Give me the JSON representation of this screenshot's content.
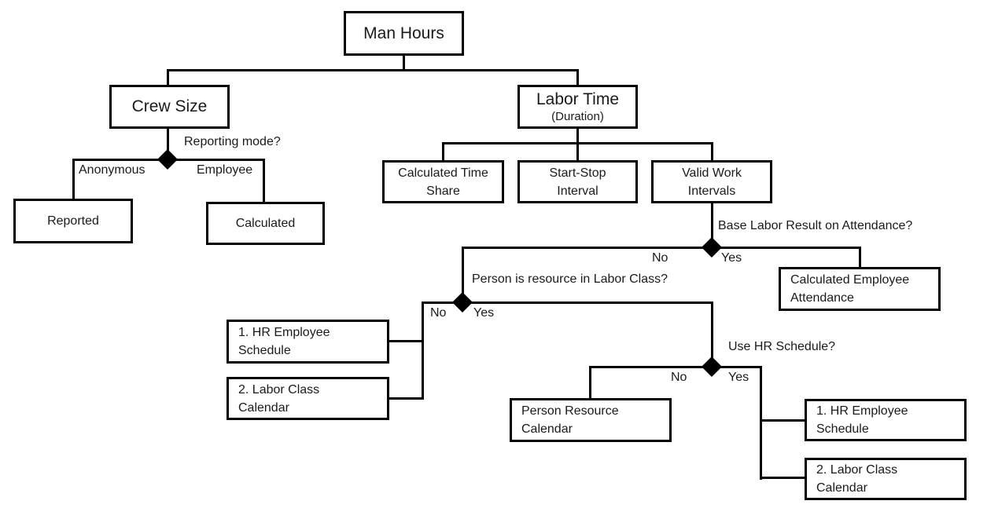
{
  "nodes": {
    "man_hours": {
      "label": "Man Hours"
    },
    "crew_size": {
      "label": "Crew Size"
    },
    "labor_time": {
      "label": "Labor Time",
      "sublabel": "(Duration)"
    },
    "calc_time_share": {
      "line1": "Calculated Time",
      "line2": "Share"
    },
    "start_stop": {
      "line1": "Start-Stop",
      "line2": "Interval"
    },
    "valid_work": {
      "line1": "Valid Work",
      "line2": "Intervals"
    },
    "reported": {
      "label": "Reported"
    },
    "calculated": {
      "label": "Calculated"
    },
    "calc_emp_attendance": {
      "line1": "Calculated Employee",
      "line2": "Attendance"
    },
    "hr_schedule_left": {
      "line1": "1. HR Employee",
      "line2": "Schedule"
    },
    "labor_class_left": {
      "line1": "2. Labor Class",
      "line2": "Calendar"
    },
    "person_resource": {
      "line1": "Person Resource",
      "line2": "Calendar"
    },
    "hr_schedule_right": {
      "line1": "1. HR Employee",
      "line2": "Schedule"
    },
    "labor_class_right": {
      "line1": "2. Labor Class",
      "line2": "Calendar"
    }
  },
  "decisions": {
    "reporting_mode": {
      "question": "Reporting mode?",
      "left_label": "Anonymous",
      "right_label": "Employee"
    },
    "attendance": {
      "question": "Base Labor Result on Attendance?",
      "left_label": "No",
      "right_label": "Yes"
    },
    "labor_class": {
      "question": "Person is resource in Labor Class?",
      "left_label": "No",
      "right_label": "Yes"
    },
    "hr_schedule": {
      "question": "Use HR Schedule?",
      "left_label": "No",
      "right_label": "Yes"
    }
  },
  "colors": {
    "line": "#000000",
    "text": "#1a1a1a",
    "background": "#ffffff"
  }
}
